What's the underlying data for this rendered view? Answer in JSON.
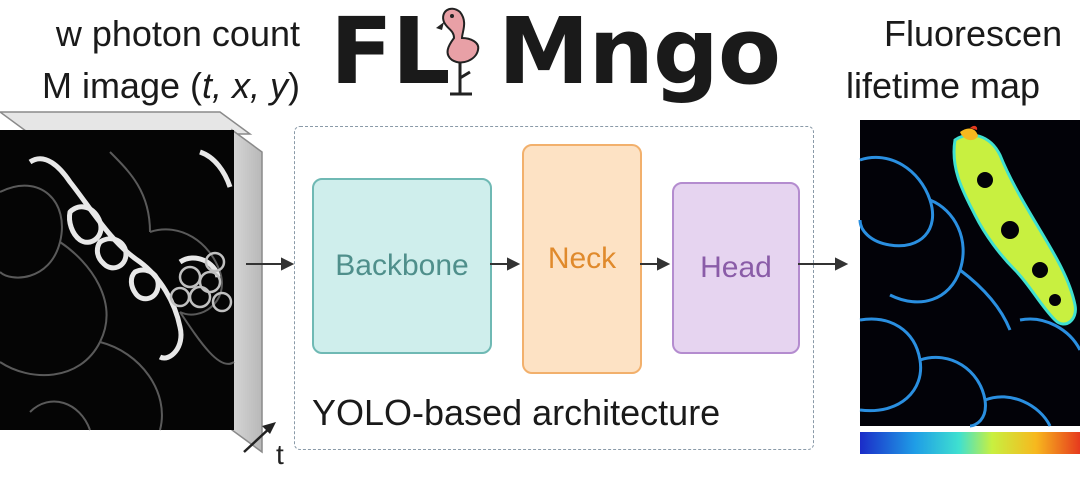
{
  "input": {
    "title_line1": "w photon count",
    "title_line2": "M image (",
    "title_vars": "t, x, y",
    "title_close": ")",
    "axis_label": "t"
  },
  "logo": {
    "prefix": "FL",
    "suffix": "Mngo",
    "icon": "flamingo-icon",
    "color": "#1a1a1a",
    "icon_color": "#e8a0a6"
  },
  "architecture": {
    "label": "YOLO-based architecture",
    "modules": [
      {
        "label": "Backbone",
        "fill": "#cfeeec",
        "border": "#6fb9b4",
        "text": "#4f8f8b"
      },
      {
        "label": "Neck",
        "fill": "#fde2c4",
        "border": "#f2b06c",
        "text": "#e08a2c"
      },
      {
        "label": "Head",
        "fill": "#e6d4f0",
        "border": "#b48ccf",
        "text": "#8a5ca8"
      }
    ]
  },
  "output": {
    "title_line1": "Fluorescen",
    "title_line2": "lifetime map"
  }
}
